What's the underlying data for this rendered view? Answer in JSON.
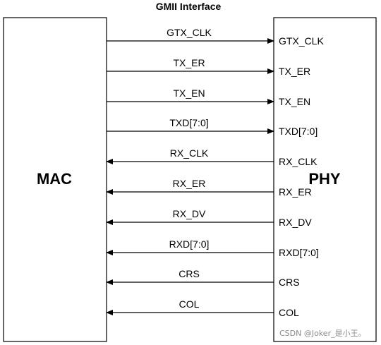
{
  "title": "GMII Interface",
  "mac_label": "MAC",
  "phy_label": "PHY",
  "signals": [
    {
      "wire_label": "GTX_CLK",
      "pin_label": "GTX_CLK",
      "direction": "mac_to_phy"
    },
    {
      "wire_label": "TX_ER",
      "pin_label": "TX_ER",
      "direction": "mac_to_phy"
    },
    {
      "wire_label": "TX_EN",
      "pin_label": "TX_EN",
      "direction": "mac_to_phy"
    },
    {
      "wire_label": "TXD[7:0]",
      "pin_label": "TXD[7:0]",
      "direction": "mac_to_phy"
    },
    {
      "wire_label": "RX_CLK",
      "pin_label": "RX_CLK",
      "direction": "phy_to_mac"
    },
    {
      "wire_label": "RX_ER",
      "pin_label": "RX_ER",
      "direction": "phy_to_mac"
    },
    {
      "wire_label": "RX_DV",
      "pin_label": "RX_DV",
      "direction": "phy_to_mac"
    },
    {
      "wire_label": "RXD[7:0]",
      "pin_label": "RXD[7:0]",
      "direction": "phy_to_mac"
    },
    {
      "wire_label": "CRS",
      "pin_label": "CRS",
      "direction": "phy_to_mac"
    },
    {
      "wire_label": "COL",
      "pin_label": "COL",
      "direction": "phy_to_mac"
    }
  ],
  "watermark": "CSDN @Joker_是小王。"
}
